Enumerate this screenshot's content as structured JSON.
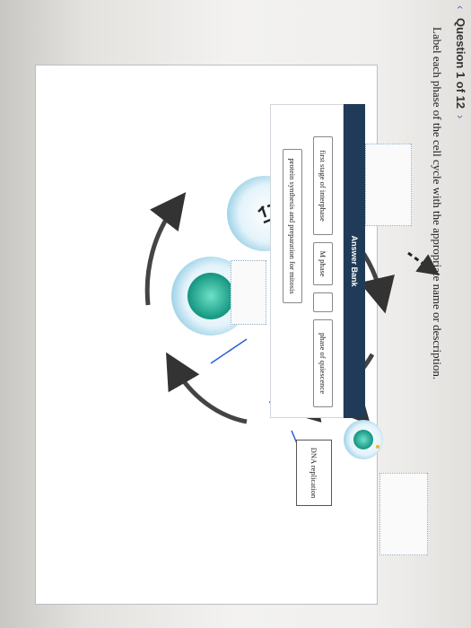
{
  "header": {
    "question_counter": "Question 1 of 12",
    "prev_icon": "chevron-left-icon",
    "next_icon": "chevron-right-icon"
  },
  "question": {
    "prompt": "Label each phase of the cell cycle with the appropriate name or description."
  },
  "diagram": {
    "placed_labels": [
      {
        "text": "DNA replication"
      }
    ],
    "empty_targets": 4,
    "colors": {
      "cycle_arrow": "#444444",
      "leader_line": "#2a5bd7",
      "dashed_arrow": "#222222",
      "cell_nucleus": "#1fb39a",
      "cell_membrane": "#9fd3e8"
    }
  },
  "answer_bank": {
    "title": "Answer Bank",
    "items": [
      {
        "text": "first stage of interphase"
      },
      {
        "text": "M phase"
      },
      {
        "text": ""
      },
      {
        "text": "phase of quiescence"
      },
      {
        "text": "protein synthesis and preparation for mitosis"
      }
    ]
  }
}
